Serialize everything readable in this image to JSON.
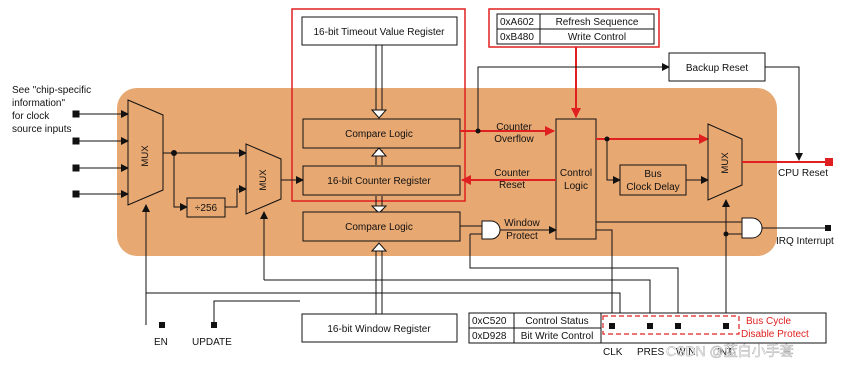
{
  "registers": {
    "timeout": "16-bit Timeout Value Register",
    "compare_top": "Compare Logic",
    "counter": "16-bit Counter Register",
    "compare_bottom": "Compare Logic",
    "window": "16-bit Window Register",
    "backup_reset": "Backup Reset",
    "control_logic_1": "Control",
    "control_logic_2": "Logic",
    "bus_delay_1": "Bus",
    "bus_delay_2": "Clock Delay",
    "div256": "÷256",
    "mux_left": "MUX",
    "mux_mid": "MUX",
    "mux_right": "MUX"
  },
  "refresh_table": {
    "addr1": "0xA602",
    "addr2": "0xB480",
    "label1": "Refresh Sequence",
    "label2": "Write Control"
  },
  "ctrl_table": {
    "addr1": "0xC520",
    "addr2": "0xD928",
    "label1": "Control Status",
    "label2": "Bit Write Control"
  },
  "labels": {
    "clock_note_1": "See \"chip-specific",
    "clock_note_2": "information\"",
    "clock_note_3": "for clock",
    "clock_note_4": "source inputs",
    "counter_overflow_1": "Counter",
    "counter_overflow_2": "Overflow",
    "counter_reset_1": "Counter",
    "counter_reset_2": "Reset",
    "window_protect_1": "Window",
    "window_protect_2": "Protect",
    "cpu_reset": "CPU Reset",
    "irq": "IRQ Interrupt",
    "bus_cycle_1": "Bus Cycle",
    "bus_cycle_2": "Disable Protect",
    "en": "EN",
    "update": "UPDATE",
    "clk": "CLK",
    "pres": "PRES",
    "win": "WIN",
    "int": "INT",
    "watermark": "CSDN @蓝白小手套"
  },
  "colors": {
    "orange_bg": "#e8a872",
    "block_fill": "#e8a872",
    "highlight": "#e02020"
  }
}
